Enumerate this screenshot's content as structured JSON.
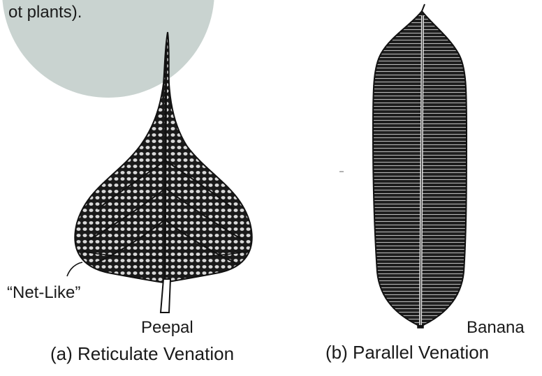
{
  "header_fragment": "ot plants).",
  "left_figure": {
    "callout": "“Net-Like”",
    "plant_name": "Peepal",
    "caption": "(a) Reticulate Venation"
  },
  "right_figure": {
    "plant_name": "Banana",
    "caption": "(b) Parallel Venation"
  },
  "colors": {
    "background": "#ffffff",
    "decorative_circle": "#c9d3d0",
    "ink": "#1a1a1a",
    "vein_light": "#d9d9d9"
  }
}
